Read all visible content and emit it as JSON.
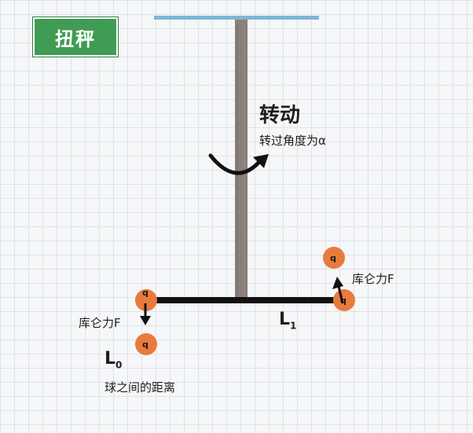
{
  "title": "扭秤",
  "rotation": {
    "heading": "转动",
    "subtitle": "转过角度为α"
  },
  "charges": {
    "symbol": "q"
  },
  "forces": {
    "left_label": "库仑力F",
    "right_label": "库仑力F"
  },
  "lengths": {
    "l0": "L",
    "l0_sub": "0",
    "l1": "L",
    "l1_sub": "1",
    "l0_note": "球之间的距离"
  },
  "colors": {
    "ball": "#e97a3d",
    "rod": "#8a7f7a",
    "beam": "#111111",
    "ceiling": "#7fb6d6",
    "title_bg": "#3f9c52"
  }
}
